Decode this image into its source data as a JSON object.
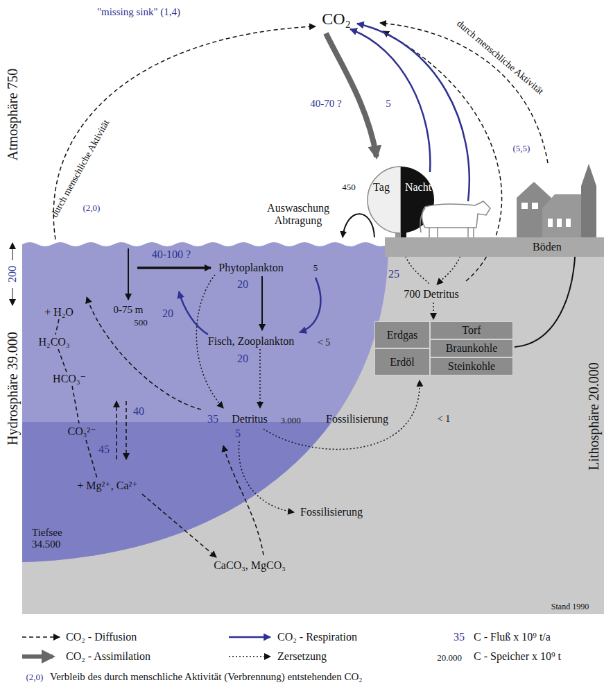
{
  "diagram": {
    "nodes": [
      {
        "text": [
          "Böden"
        ]
      },
      {
        "text": [
          "Erdgas"
        ]
      },
      {
        "text": [
          "Erdöl"
        ]
      },
      {
        "text": [
          "Torf"
        ]
      },
      {
        "text": [
          "Braunkohle"
        ]
      },
      {
        "text": [
          "Steinkohle"
        ]
      }
    ],
    "labels": [
      "Atmosphäre 750",
      "Hydrosphäre 39.000",
      "Lithosphäre 20.000",
      "CO₂",
      "\"missing sink\" (1,4)",
      "durch menschliche Aktivität",
      "(2,0)",
      "durch menschliche Aktivität",
      "(5,5)",
      "40-70 ?",
      "5",
      "450",
      "Tag",
      "Nacht",
      "Auswaschung Abtragung",
      "200",
      "40-100 ?",
      "Phytoplankton",
      "5",
      "0-75 m",
      "500",
      "20",
      "20",
      "+ H₂O",
      "H₂CO₃",
      "HCO₃⁻",
      "CO₃²⁻",
      "Fisch, Zooplankton",
      "< 5",
      "20",
      "35",
      "Detritus",
      "3.000",
      "5",
      "40",
      "45",
      "+ Mg²⁺, Ca²⁺",
      "Tiefsee 34.500",
      "CaCO₃, MgCO₃",
      "Fossilisierung",
      "Fossilisierung",
      "< 1",
      "25",
      "700 Detritus",
      "Stand 1990",
      "35",
      "20.000",
      "(2,0)"
    ],
    "legend": [
      {
        "text": "CO₂ - Diffusion"
      },
      {
        "text": "CO₂ - Assimilation"
      },
      {
        "text": "CO₂ - Respiration"
      },
      {
        "text": "Zersetzung"
      },
      {
        "text": "C - Fluß x 10⁹ t/a"
      },
      {
        "text": "C - Speicher x 10⁹ t"
      },
      {
        "text": "Verbleib des durch menschliche Aktivität (Verbrennung) entstehenden CO₂"
      }
    ]
  }
}
